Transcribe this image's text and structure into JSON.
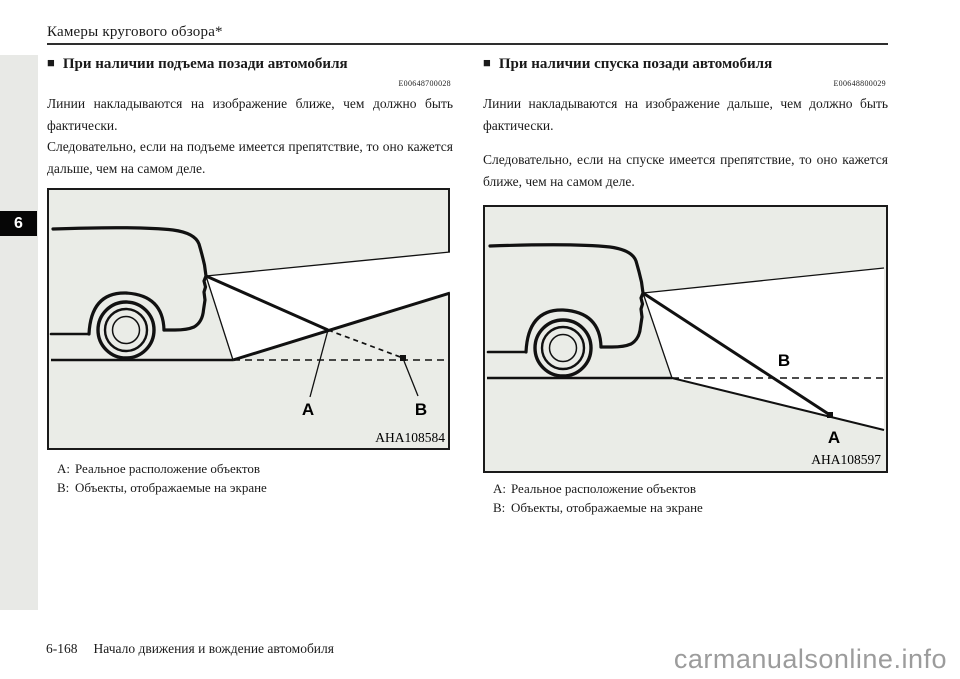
{
  "page": {
    "title": "Камеры кругового обзора*",
    "chapter_tab": "6",
    "bullet": "■",
    "footer_page": "6-168",
    "footer_section": "Начало движения и вождение автомобиля",
    "watermark": "carmanualsonline.info"
  },
  "colors": {
    "figure_bg": "#eaece7",
    "sidebar_strip": "#e8e9e6",
    "chapter_tab_bg": "#060606",
    "watermark_gray": "#9c9c9c"
  },
  "left": {
    "heading": "При наличии подъема позади автомобиля",
    "code": "E00648700028",
    "paragraphs": [
      "Линии накладываются на изображение ближе, чем должно быть фактически.",
      "Следовательно, если на подъеме имеется препятствие, то оно кажется дальше, чем на самом деле."
    ],
    "figure": {
      "label_a": "A",
      "label_b": "B",
      "code": "AHA108584"
    },
    "captions": [
      {
        "key": "A:",
        "text": "Реальное расположение объектов"
      },
      {
        "key": "B:",
        "text": "Объекты, отображаемые на экране"
      }
    ]
  },
  "right": {
    "heading": "При наличии спуска позади автомобиля",
    "code": "E00648800029",
    "paragraphs": [
      "Линии накладываются на изображение дальше, чем должно быть фактически.",
      "Следовательно, если на спуске имеется препятствие, то оно кажется ближе, чем на самом деле."
    ],
    "figure": {
      "label_a": "A",
      "label_b": "B",
      "code": "AHA108597"
    },
    "captions": [
      {
        "key": "A:",
        "text": "Реальное расположение объектов"
      },
      {
        "key": "B:",
        "text": "Объекты, отображаемые на экране"
      }
    ]
  }
}
